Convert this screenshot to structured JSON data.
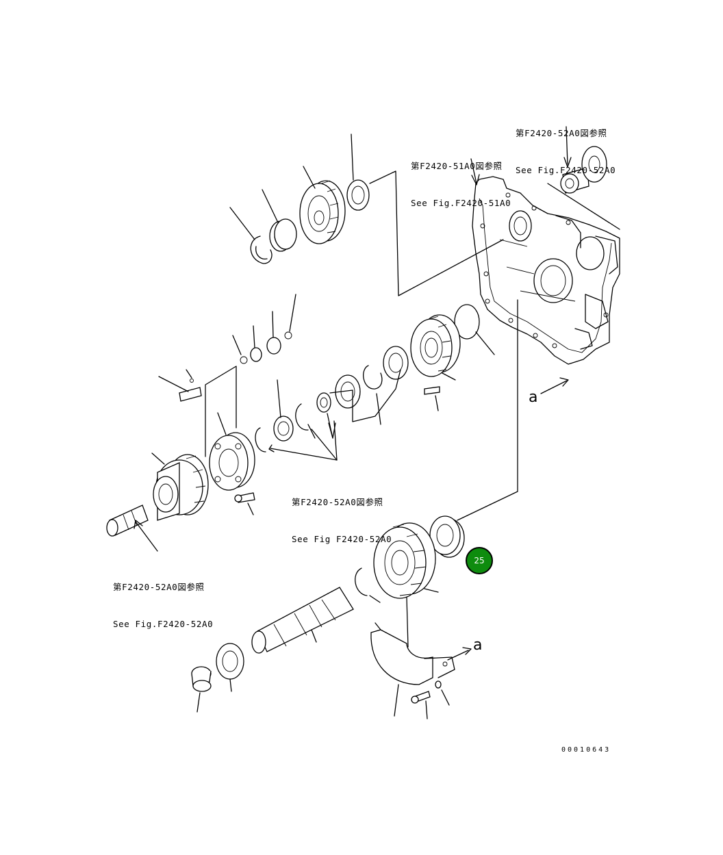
{
  "references": [
    {
      "jp": "第F2420-52A0図参照",
      "en": "See Fig.F2420-52A0"
    },
    {
      "jp": "第F2420-51A0図参照",
      "en": "See Fig.F2420-51A0"
    },
    {
      "jp": "第F2420-52A0図参照",
      "en": "See Fig F2420-52A0"
    },
    {
      "jp": "第F2420-52A0図参照",
      "en": "See Fig.F2420-52A0"
    }
  ],
  "view_markers": [
    "a",
    "a"
  ],
  "callouts": [
    {
      "label": "25",
      "color": "#0e8c0e"
    }
  ],
  "drawing_code": "00010643"
}
